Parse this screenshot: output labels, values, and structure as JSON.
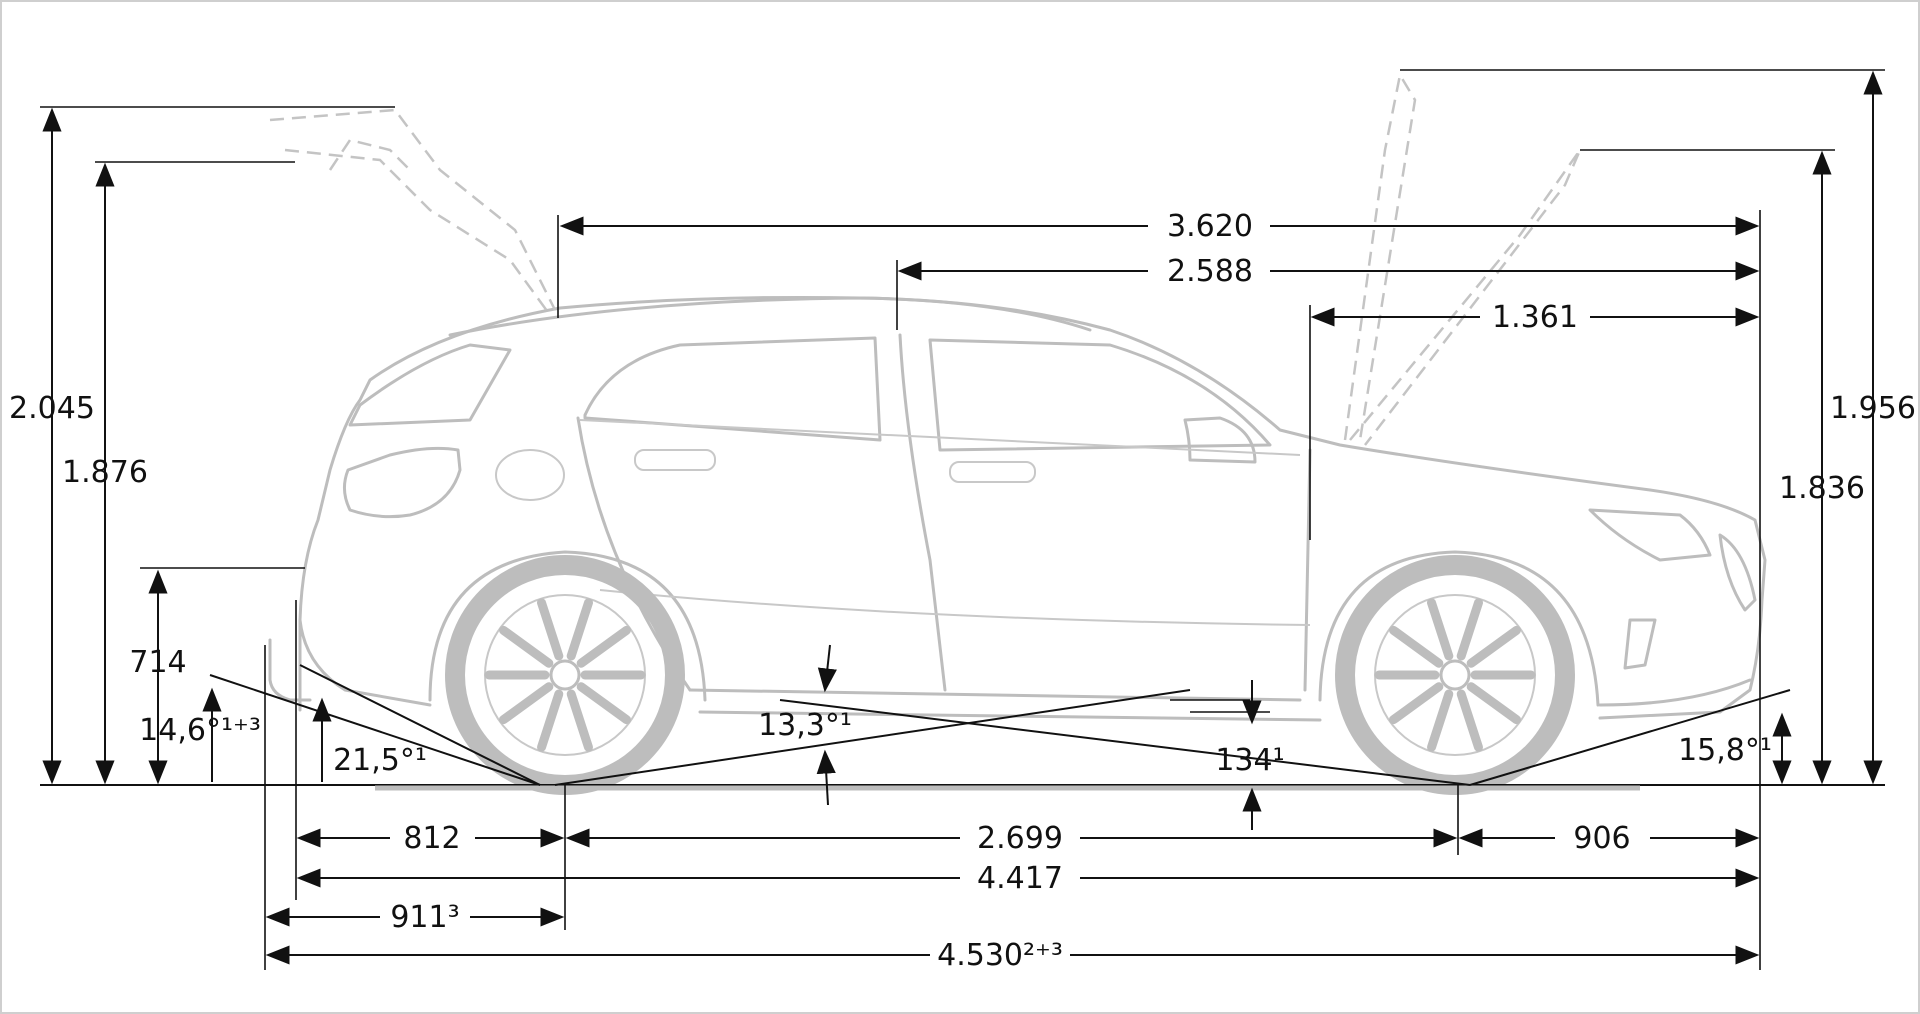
{
  "diagram": {
    "subject": "Vehicle side view dimensions (mirrored)",
    "labels": {
      "height_hatch_open": "2.045",
      "height_hatch_mid": "1.876",
      "rear_loading_height": "714",
      "rear_overhang_angle": "14,6°¹⁺³",
      "departure_angle": "21,5°¹",
      "breakover_angle": "13,3°¹",
      "ground_clearance": "134¹",
      "approach_angle": "15,8°¹",
      "height_hood_open": "1.956",
      "height_hood_mid": "1.836",
      "length_tailgate_to_front": "3.620",
      "length_bpillar_to_front": "2.588",
      "length_hood_to_front": "1.361",
      "rear_overhang": "812",
      "wheelbase": "2.699",
      "front_overhang": "906",
      "length": "4.417",
      "rear_overhang_towbar": "911³",
      "length_towbar": "4.530²⁺³"
    }
  }
}
